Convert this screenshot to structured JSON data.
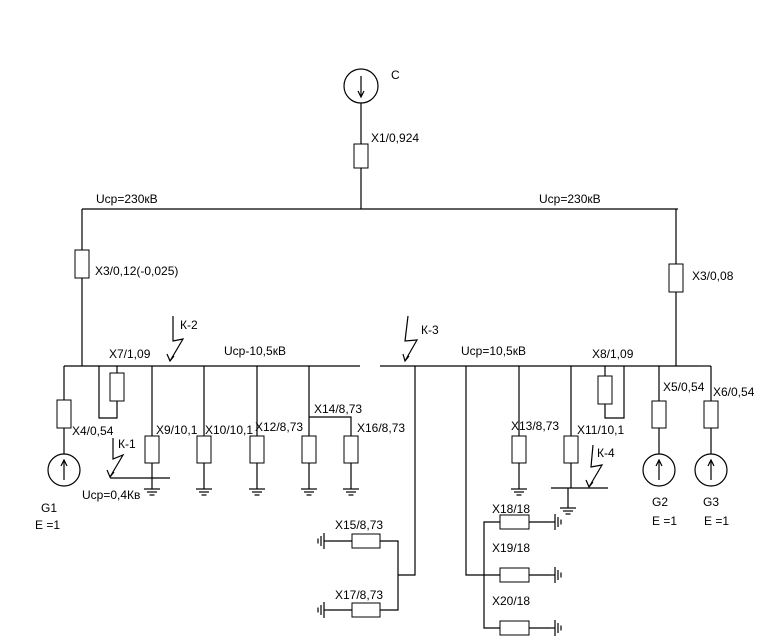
{
  "labels": {
    "source": "С",
    "x1": "X1/0,924",
    "ucp_hv_left": "Uср=230кВ",
    "ucp_hv_right": "Uср=230кВ",
    "x3_left": "X3/0,12(-0,025)",
    "x3_right": "X3/0,08",
    "k2": "К-2",
    "k3": "К-3",
    "k1": "К-1",
    "k4": "К-4",
    "ucp_lv_left": "Ucp-10,5кВ",
    "ucp_lv_right": "Ucp=10,5кВ",
    "x7": "X7/1,09",
    "x8": "X8/1,09",
    "x4": "X4/0,54",
    "x5": "X5/0,54",
    "x6": "X6/0,54",
    "x9": "X9/10,1",
    "x10": "X10/10,1",
    "x12": "X12/8,73",
    "x14": "X14/8,73",
    "x16": "X16/8,73",
    "x13": "X13/8,73",
    "x11": "X11/10,1",
    "x15": "X15/8,73",
    "x17": "X17/8,73",
    "x18": "X18/18",
    "x19": "X19/18",
    "x20": "X20/18",
    "ucp_04": "Ucp=0,4Кв",
    "g1": "G1",
    "g2": "G2",
    "g3": "G3",
    "e1": "E =1",
    "e2": "E =1",
    "e3": "E =1"
  }
}
